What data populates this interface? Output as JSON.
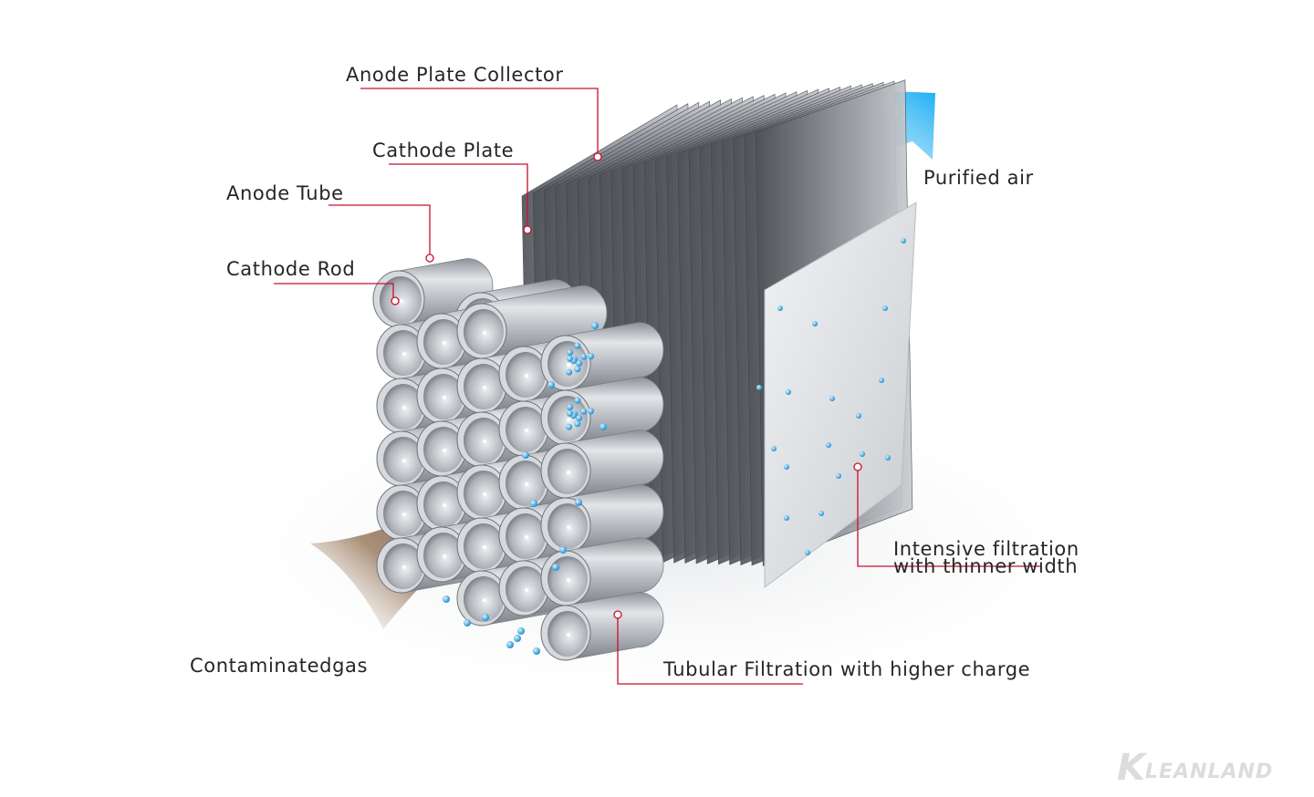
{
  "labels": {
    "anode_plate_collector": "Anode Plate Collector",
    "cathode_plate": "Cathode Plate",
    "anode_tube": "Anode Tube",
    "cathode_rod": "Cathode Rod",
    "purified_air": "Purified air",
    "intensive_line1": "Intensive filtration",
    "intensive_line2": "with thinner width",
    "tubular": "Tubular Filtration with higher charge",
    "contaminated": "Contaminatedgas"
  },
  "brand": {
    "k": "K",
    "rest": "LEANLAND"
  },
  "colors": {
    "leader_line": "#c8102e",
    "purified_arrow": "#29b6f6",
    "contaminated_arrow": "#5a3a22",
    "particle": "#3aa6e0",
    "tube_metal": "#b8bcc2",
    "plate_dark": "#5e6268",
    "plate_light": "#dcdfe3"
  }
}
